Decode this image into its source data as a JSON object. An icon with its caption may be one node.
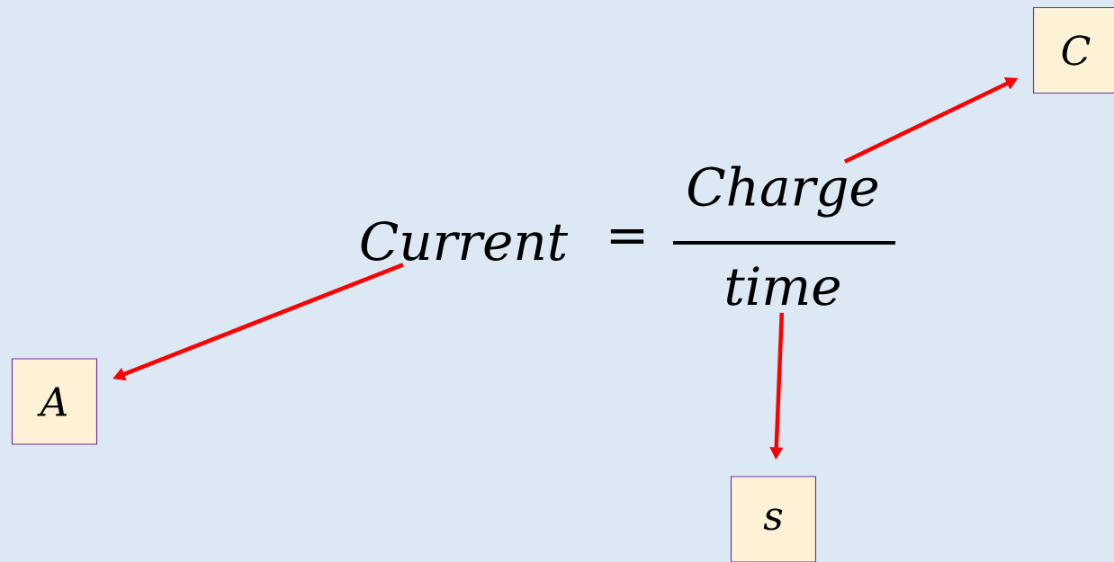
{
  "diagram": {
    "nodes": [
      {
        "text": [
          "Current"
        ]
      },
      {
        "text": [
          "Charge"
        ]
      },
      {
        "text": [
          "time"
        ]
      },
      {
        "text": [
          "A"
        ]
      },
      {
        "text": [
          "C"
        ]
      },
      {
        "text": [
          "s"
        ]
      }
    ],
    "edges": [
      {
        "from": 0,
        "to": 3,
        "arrow": "to"
      },
      {
        "from": 1,
        "to": 4,
        "arrow": "to"
      },
      {
        "from": 2,
        "to": 5,
        "arrow": "to"
      }
    ],
    "labels": [
      "="
    ]
  }
}
